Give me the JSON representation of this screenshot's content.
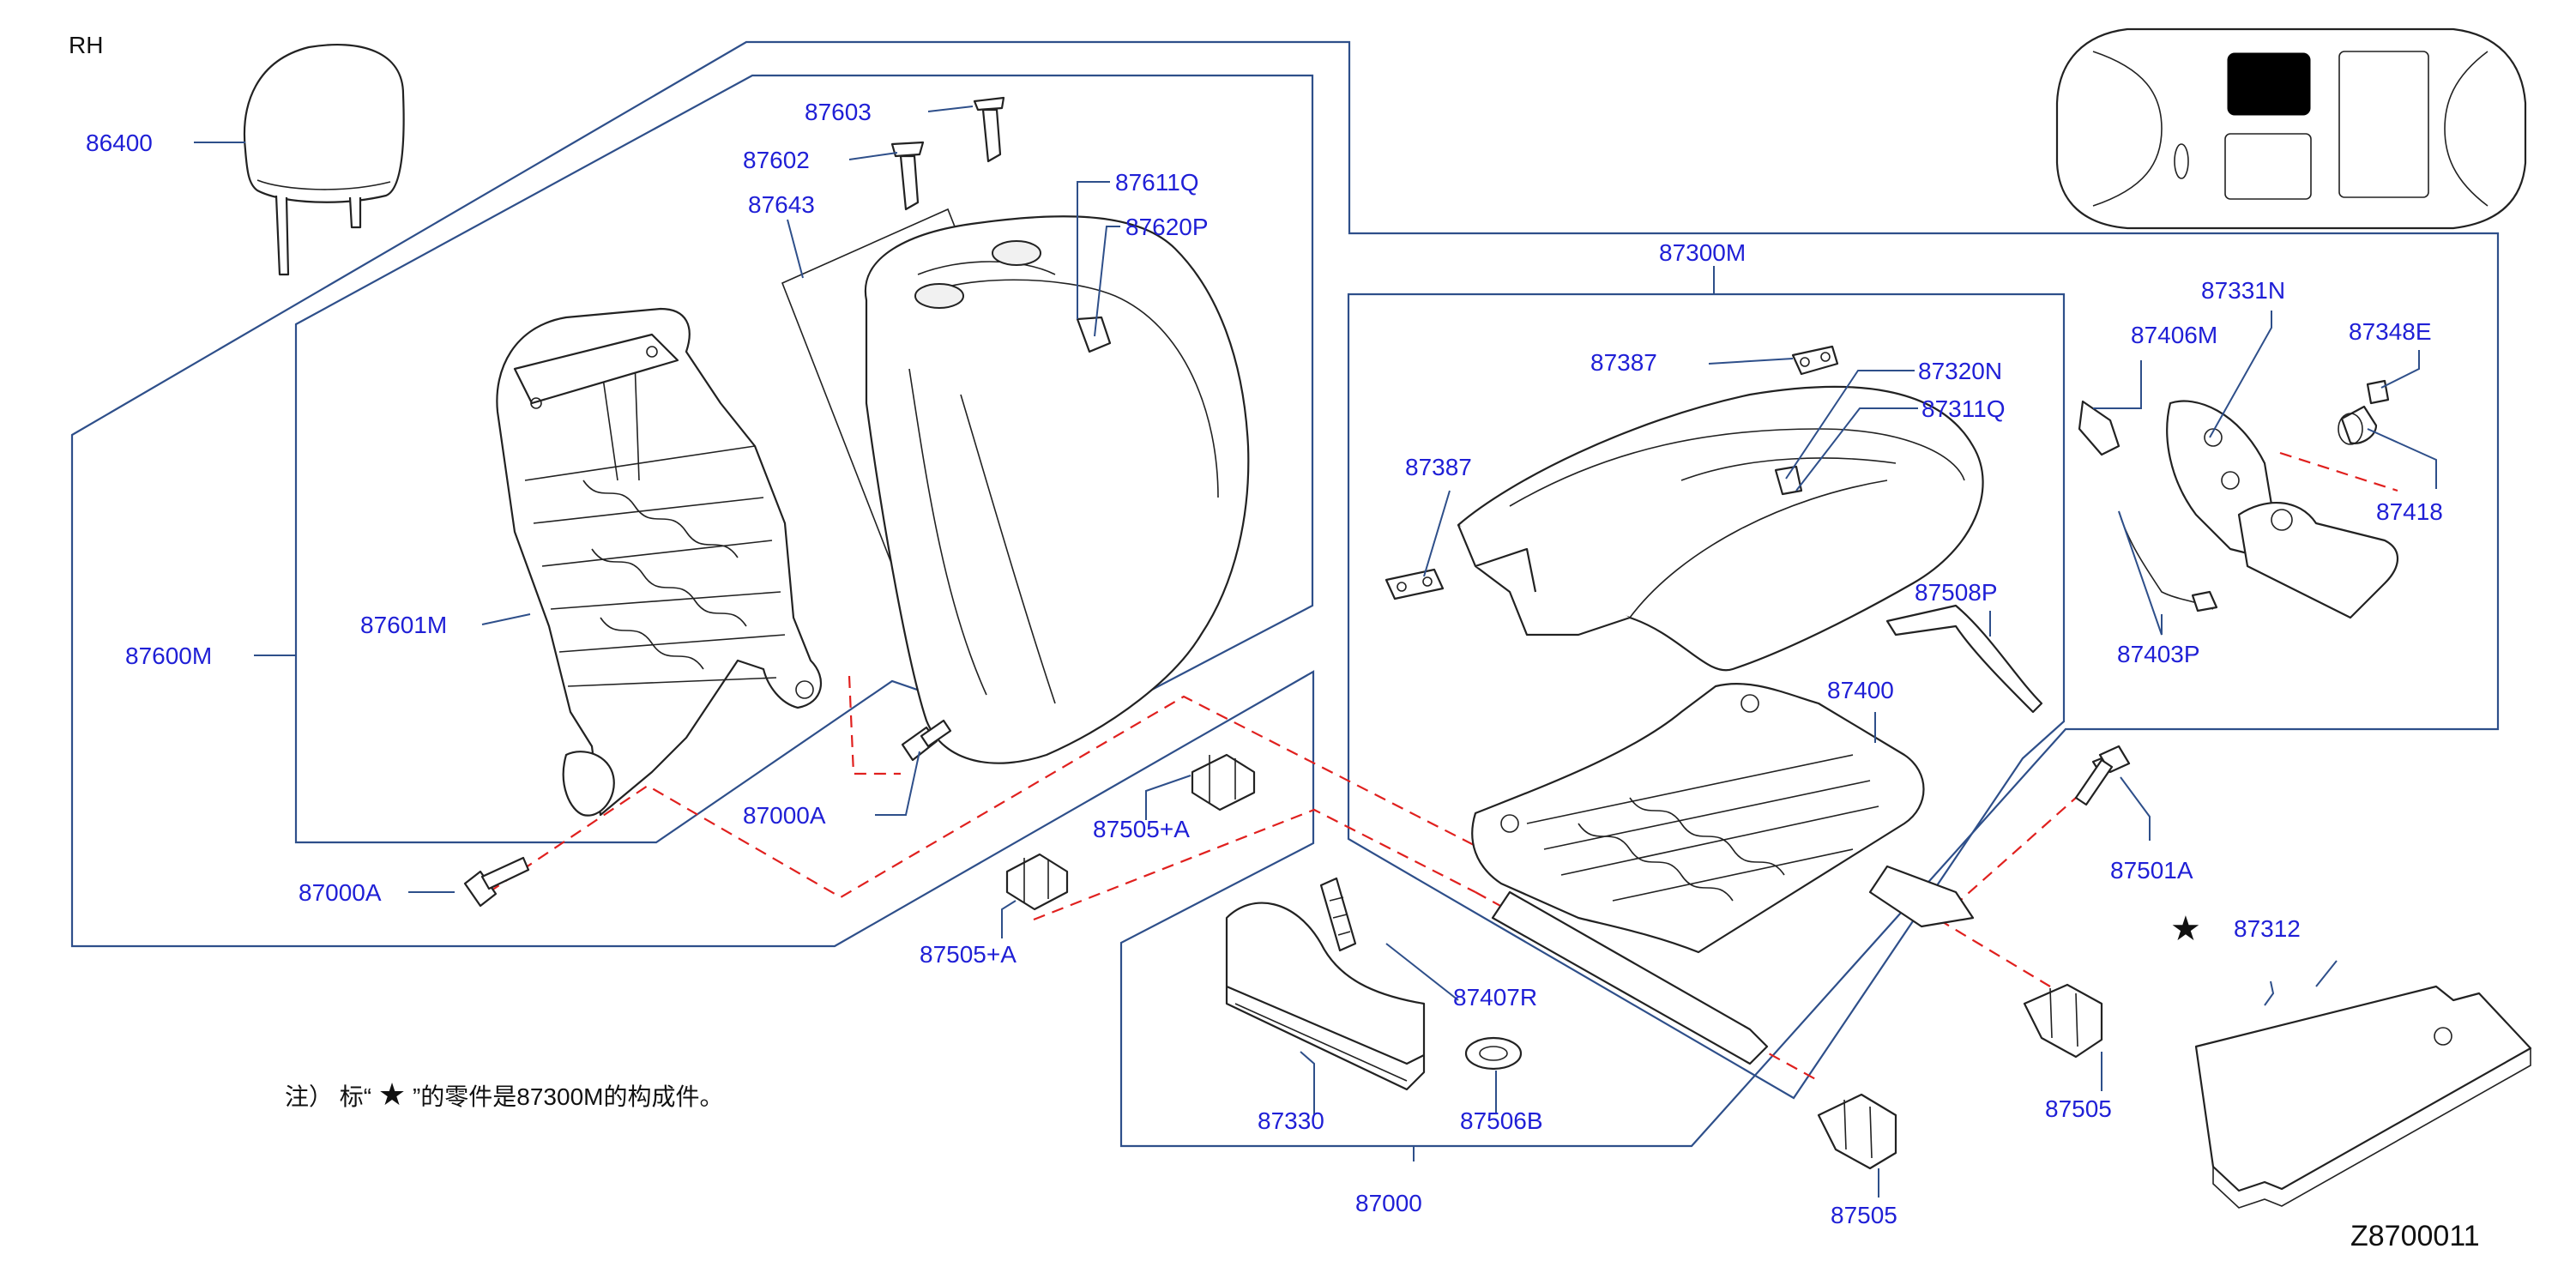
{
  "diagram": {
    "side_label": "RH",
    "drawing_number": "Z8700011",
    "note": {
      "prefix": "注）  标“",
      "star": "★",
      "suffix": "”的零件是87300M的构成件。"
    },
    "star_symbol": "★",
    "colors": {
      "label": "#1f1fd6",
      "box_line": "#2e4f8a",
      "dash_line": "#e0201e",
      "part_line": "#222222"
    },
    "parts": {
      "p86400": "86400",
      "p87603": "87603",
      "p87602": "87602",
      "p87643": "87643",
      "p87611Q": "87611Q",
      "p87620P": "87620P",
      "p87601M": "87601M",
      "p87600M": "87600M",
      "p87000A_1": "87000A",
      "p87000A_2": "87000A",
      "p87505A_1": "87505+A",
      "p87505A_2": "87505+A",
      "p87300M": "87300M",
      "p87387_1": "87387",
      "p87387_2": "87387",
      "p87320N": "87320N",
      "p87311Q": "87311Q",
      "p87508P": "87508P",
      "p87400": "87400",
      "p87407R": "87407R",
      "p87330": "87330",
      "p87506B": "87506B",
      "p87000": "87000",
      "p87505_1": "87505",
      "p87505_2": "87505",
      "p87406M": "87406M",
      "p87331N": "87331N",
      "p87348E": "87348E",
      "p87418": "87418",
      "p87403P": "87403P",
      "p87501A": "87501A",
      "p87312": "87312"
    }
  }
}
